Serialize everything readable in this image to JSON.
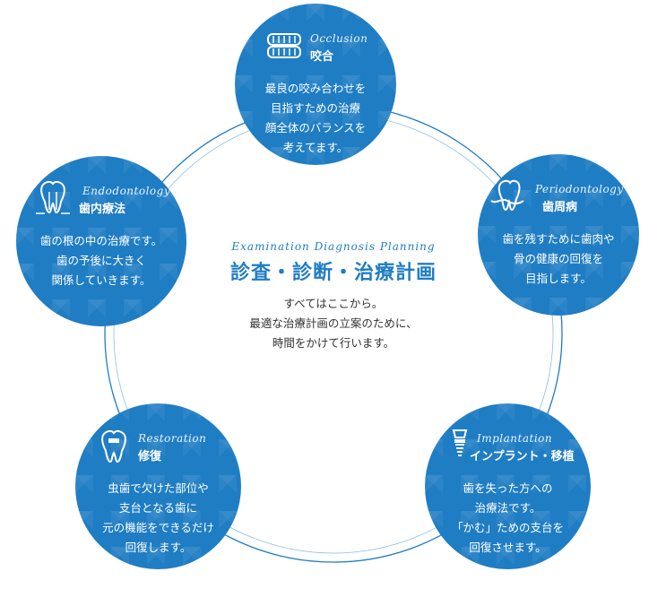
{
  "center": {
    "en": "Examination Diagnosis Planning",
    "title": "診査・診断・治療計画",
    "lines": [
      "すべてはここから。",
      "最適な治療計画の立案のために、",
      "時間をかけて行います。"
    ]
  },
  "nodes": [
    {
      "en": "Occlusion",
      "jp": "咬合",
      "icon": "teeth-icon",
      "lines": [
        "最良の咬み合わせを",
        "目指すための治療",
        "顔全体のバランスを",
        "考えてます。"
      ]
    },
    {
      "en": "Periodontology",
      "jp": "歯周病",
      "icon": "gum-tooth-icon",
      "lines": [
        "歯を残すために歯肉や",
        "骨の健康の回復を",
        "目指します。"
      ]
    },
    {
      "en": "Implantation",
      "jp": "インプラント・移植",
      "icon": "implant-icon",
      "lines": [
        "歯を失った方への",
        "治療法です。",
        "「かむ」ための支台を",
        "回復させます。"
      ]
    },
    {
      "en": "Restoration",
      "jp": "修復",
      "icon": "restored-tooth-icon",
      "lines": [
        "虫歯で欠けた部位や",
        "支台となる歯に",
        "元の機能をできるだけ",
        "回復します。"
      ]
    },
    {
      "en": "Endodontology",
      "jp": "歯内療法",
      "icon": "tooth-root-icon",
      "lines": [
        "歯の根の中の治療です。",
        "歯の予後に大きく",
        "関係していきます。"
      ]
    }
  ],
  "colors": {
    "primary": "#1f7dc4",
    "ring": "#1f7dc4",
    "text": "#333333"
  }
}
